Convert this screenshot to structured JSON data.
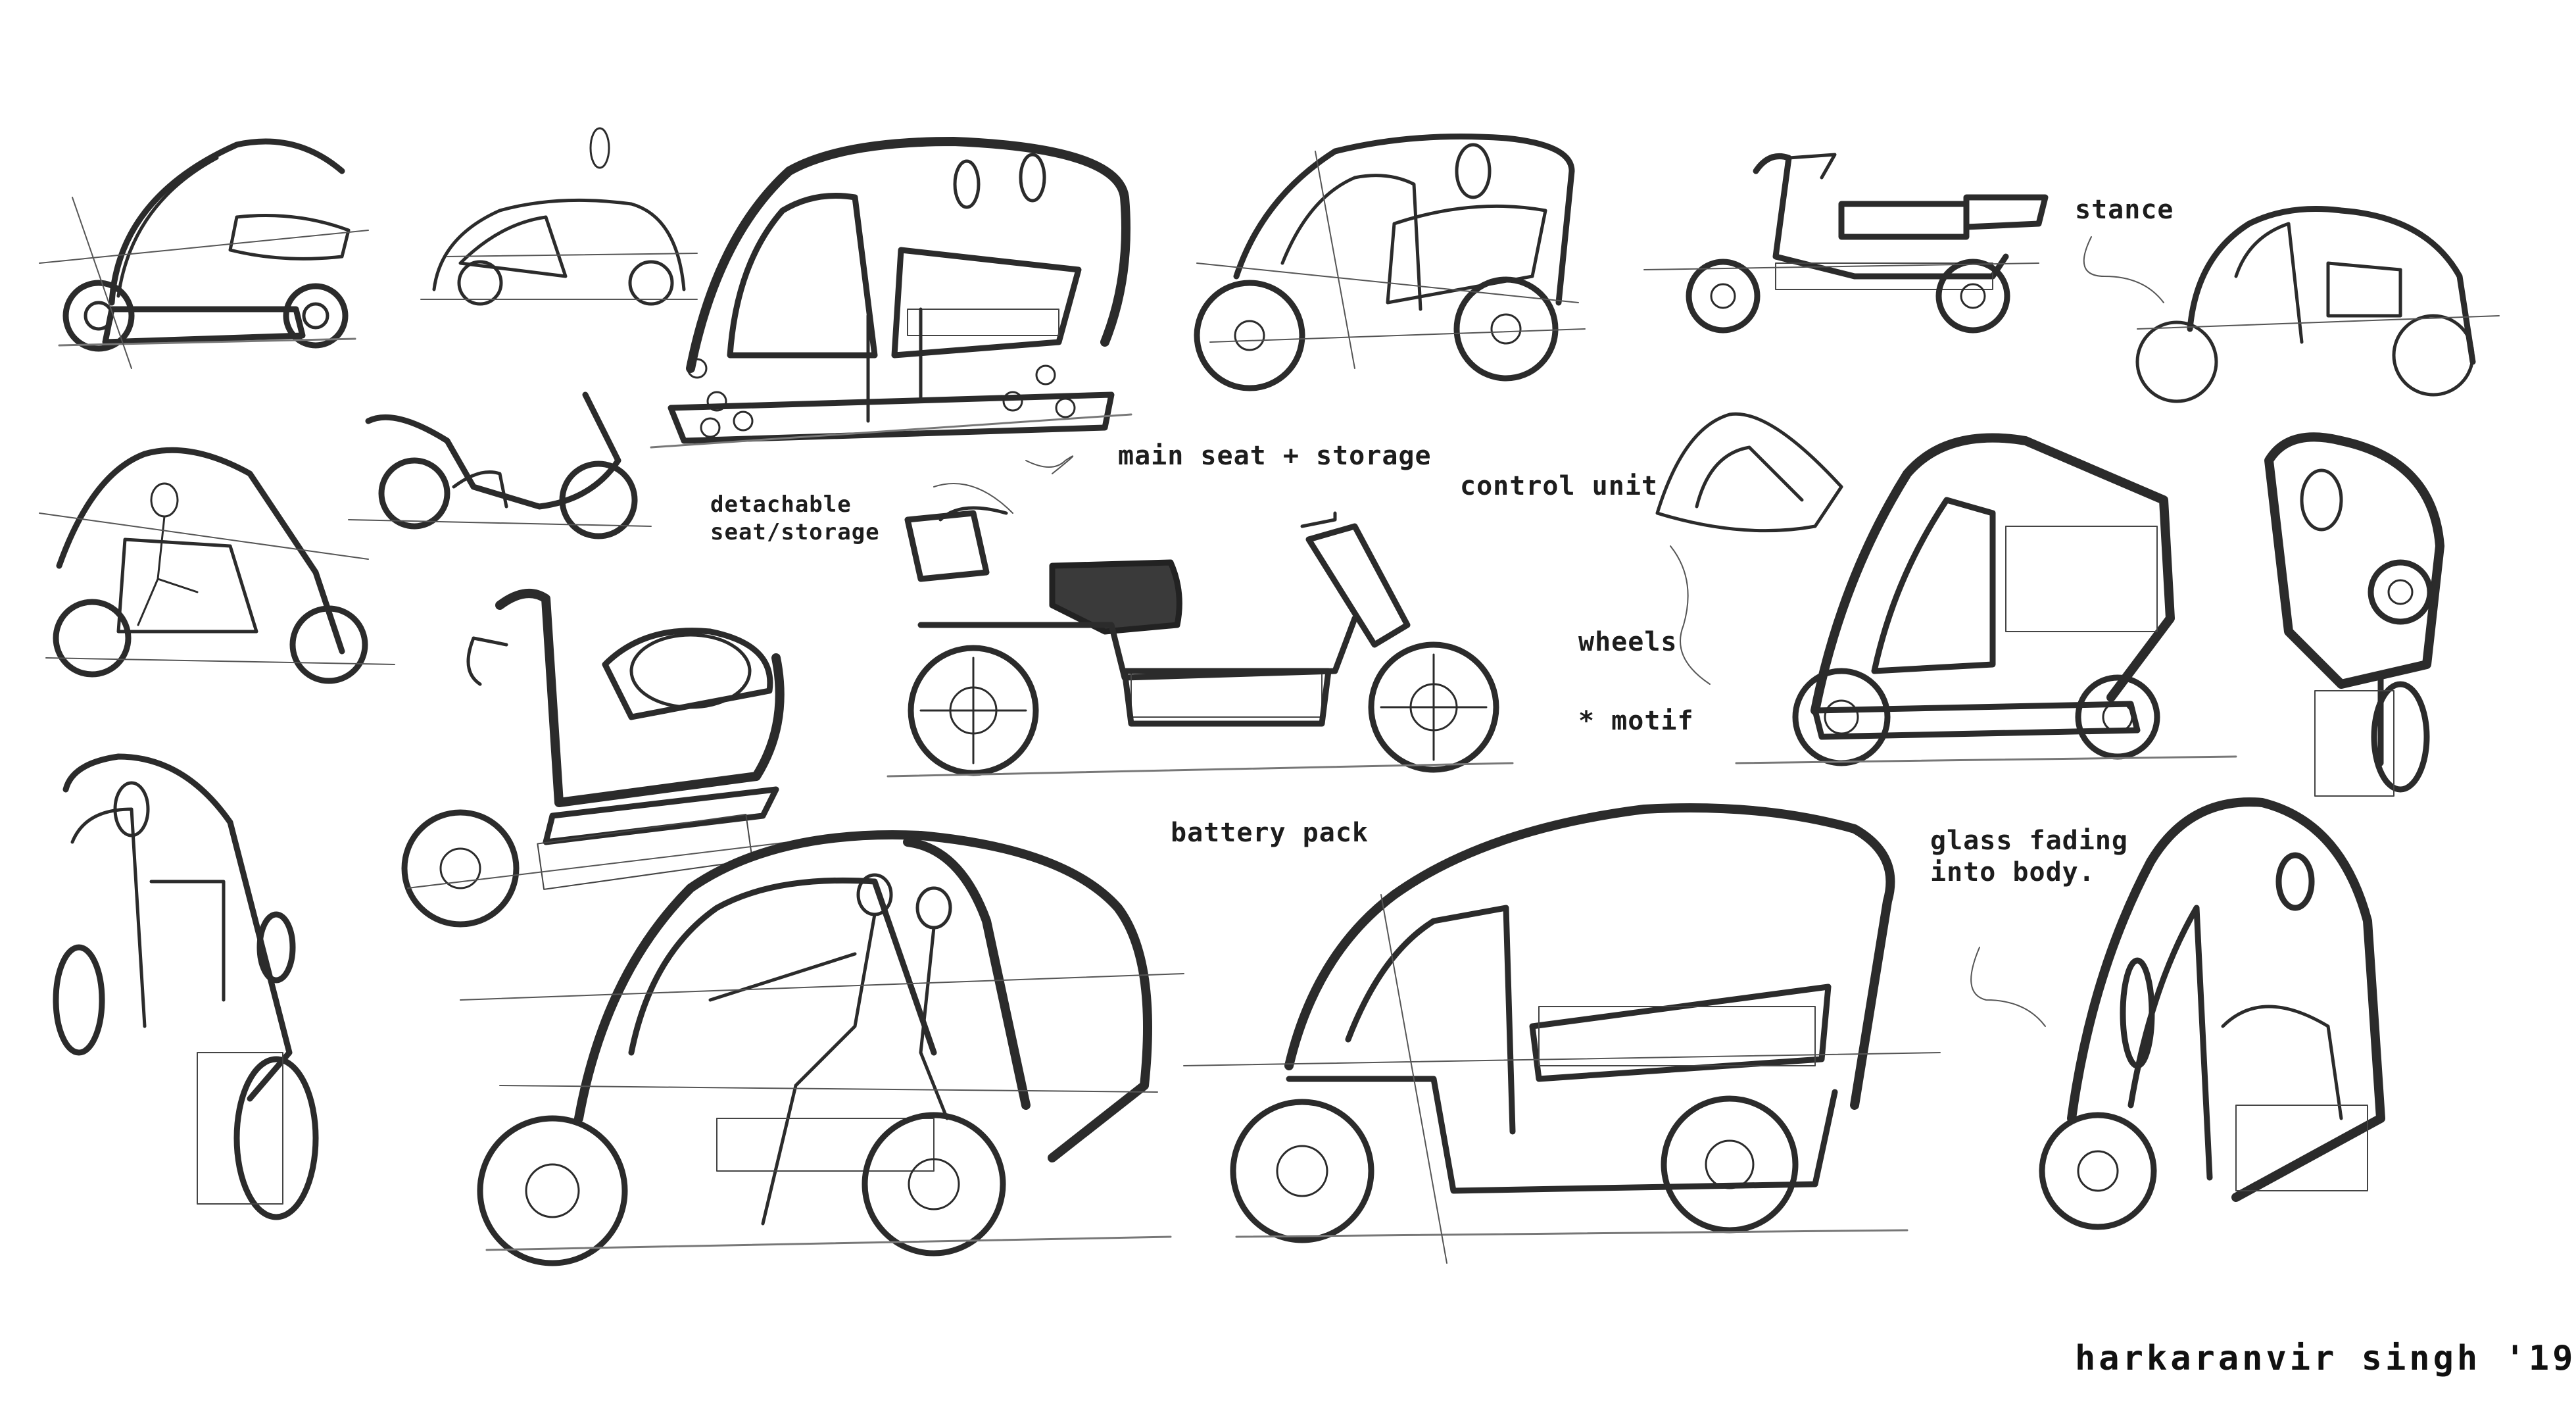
{
  "annotations": {
    "stance": "stance",
    "detachable": "detachable",
    "seat_storage": "seat/storage",
    "main_seat": "main seat + storage",
    "control_unit": "control unit",
    "wheels": "wheels",
    "motif": "* motif",
    "battery_pack": "battery pack",
    "glass_fading_1": "glass fading",
    "glass_fading_2": "into body."
  },
  "signature": "harkaranvir singh '19"
}
